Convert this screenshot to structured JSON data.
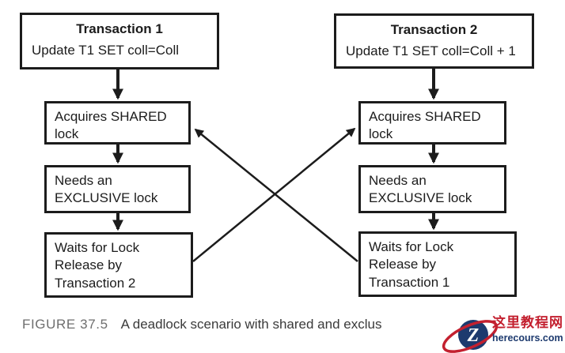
{
  "figure": {
    "label": "FIGURE 37.5",
    "caption": "A deadlock scenario with shared and exclus"
  },
  "boxes": {
    "tx1": {
      "title": "Transaction 1",
      "body": "Update T1 SET coll=Coll"
    },
    "tx2": {
      "title": "Transaction 2",
      "body": "Update T1 SET coll=Coll + 1"
    },
    "left1": {
      "text": "Acquires SHARED\nlock"
    },
    "left2": {
      "text": "Needs an\nEXCLUSIVE lock"
    },
    "left3": {
      "text": "Waits for Lock\nRelease by\nTransaction 2"
    },
    "right1": {
      "text": "Acquires SHARED\nlock"
    },
    "right2": {
      "text": "Needs an\nEXCLUSIVE lock"
    },
    "right3": {
      "text": "Waits for Lock\nRelease by\nTransaction 1"
    }
  },
  "watermark": {
    "monogram": "Z",
    "site_name": "这里教程网",
    "site_domain": "herecours.com"
  },
  "colors": {
    "diagram_ink": "#1c1c1c",
    "caption_label": "#6e6e6e",
    "caption_text": "#3a3a3a",
    "watermark_red": "#c3202f",
    "watermark_navy": "#1d3a6e"
  }
}
